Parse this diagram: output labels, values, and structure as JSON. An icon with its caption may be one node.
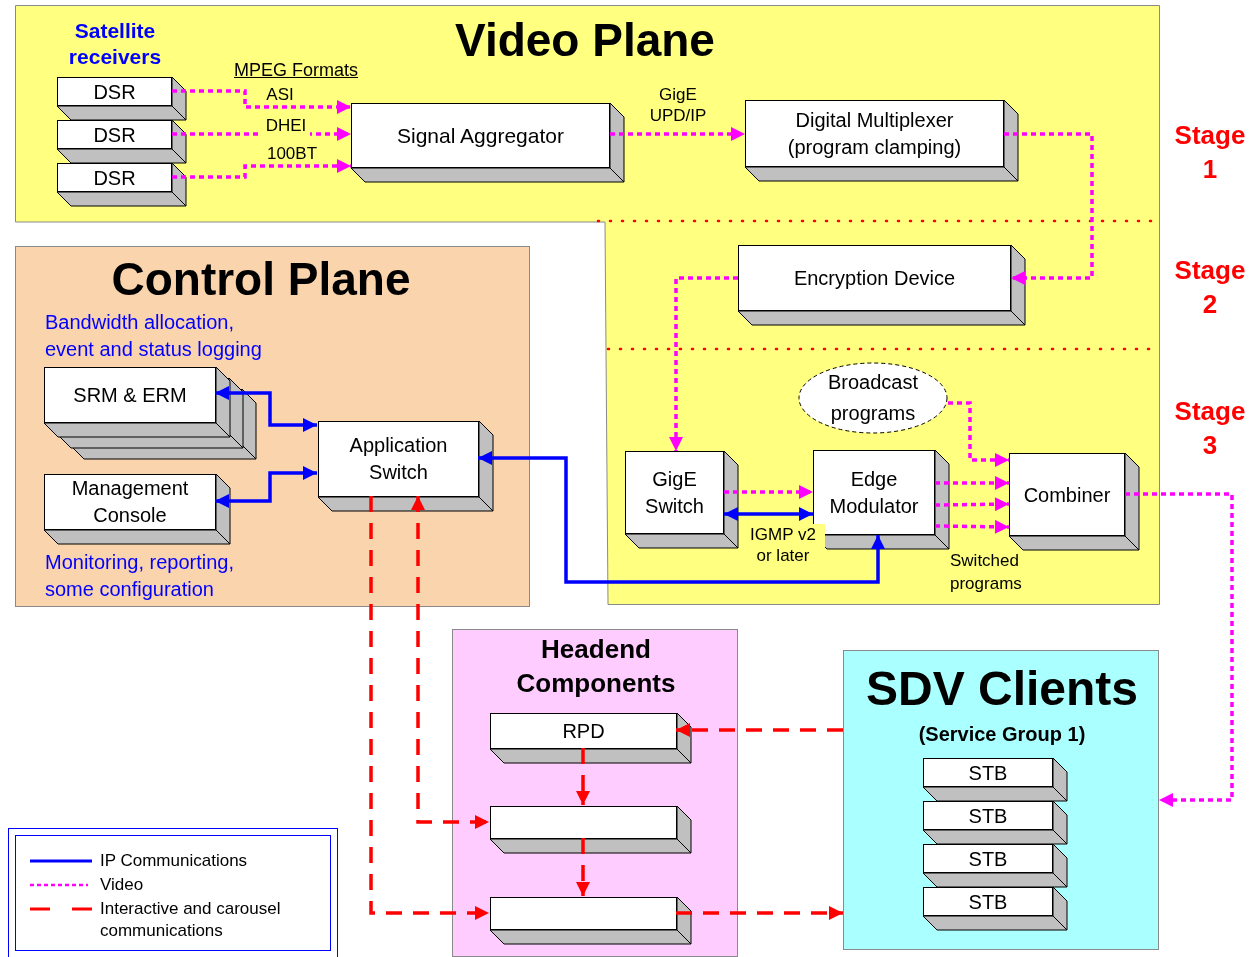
{
  "diagram": {
    "nodes": [
      {
        "text": [
          "Video Plane"
        ]
      },
      {
        "text": [
          "DSR"
        ],
        "in": 0
      },
      {
        "text": [
          "DSR"
        ],
        "in": 0
      },
      {
        "text": [
          "DSR"
        ],
        "in": 0
      },
      {
        "text": [
          "Signal Aggregator"
        ],
        "in": 0
      },
      {
        "text": [
          "Digital Multiplexer (program clamping)"
        ],
        "in": 0
      },
      {
        "text": [
          "Encryption Device"
        ],
        "in": 0
      },
      {
        "text": [
          "Broadcast programs"
        ],
        "in": 0
      },
      {
        "text": [
          "GigE Switch"
        ],
        "in": 0
      },
      {
        "text": [
          "Edge Modulator"
        ],
        "in": 0
      },
      {
        "text": [
          "Combiner"
        ],
        "in": 0
      },
      {
        "text": [
          "Control Plane",
          "Bandwidth allocation, event and status logging",
          "Monitoring, reporting, some configuration"
        ]
      },
      {
        "text": [
          "SRM & ERM"
        ],
        "in": 11
      },
      {
        "text": [
          "Management Console"
        ],
        "in": 11
      },
      {
        "text": [
          "Application Switch"
        ],
        "in": 11
      },
      {
        "text": [
          "Headend Components"
        ]
      },
      {
        "text": [
          "RPD"
        ],
        "in": 15
      },
      {
        "text": [],
        "shape": "box",
        "in": 15
      },
      {
        "text": [],
        "shape": "box",
        "in": 15
      },
      {
        "text": [
          "SDV Clients",
          "(Service Group 1)"
        ]
      },
      {
        "text": [
          "STB"
        ],
        "in": 19
      },
      {
        "text": [
          "STB"
        ],
        "in": 19
      },
      {
        "text": [
          "STB"
        ],
        "in": 19
      },
      {
        "text": [
          "STB"
        ],
        "in": 19
      }
    ],
    "edges": [
      {
        "from": 1,
        "to": 4,
        "arrow": "to",
        "label": "ASI",
        "style": "dashed"
      },
      {
        "from": 2,
        "to": 4,
        "arrow": "to",
        "label": "DHEI",
        "style": "dashed"
      },
      {
        "from": 3,
        "to": 4,
        "arrow": "to",
        "label": "100BT",
        "style": "dashed"
      },
      {
        "from": 4,
        "to": 5,
        "arrow": "to",
        "label": "GigE UPD/IP",
        "style": "dashed"
      },
      {
        "from": 5,
        "to": 6,
        "arrow": "to",
        "style": "dashed"
      },
      {
        "from": 6,
        "to": 8,
        "arrow": "to",
        "style": "dashed"
      },
      {
        "from": 8,
        "to": 9,
        "arrow": "to",
        "style": "dashed"
      },
      {
        "from": 8,
        "to": 9,
        "arrow": "both",
        "label": "IGMP v2 or later",
        "color": "#0000ff"
      },
      {
        "from": 7,
        "to": 10,
        "arrow": "to",
        "style": "dashed"
      },
      {
        "from": 9,
        "to": 10,
        "arrow": "to",
        "style": "dashed"
      },
      {
        "from": 9,
        "to": 10,
        "arrow": "to",
        "style": "dashed"
      },
      {
        "from": 9,
        "to": 10,
        "arrow": "to",
        "style": "dashed"
      },
      {
        "from": 10,
        "to": 19,
        "arrow": "to",
        "style": "dashed"
      },
      {
        "from": 12,
        "to": 14,
        "arrow": "both",
        "color": "#0000ff"
      },
      {
        "from": 13,
        "to": 14,
        "arrow": "both",
        "color": "#0000ff"
      },
      {
        "from": 14,
        "to": 9,
        "arrow": "both",
        "color": "#0000ff"
      },
      {
        "from": 14,
        "to": 17,
        "arrow": "both",
        "style": "dashed",
        "color": "#ff0000"
      },
      {
        "from": 14,
        "to": 18,
        "arrow": "to",
        "style": "dashed",
        "color": "#ff0000"
      },
      {
        "from": 16,
        "to": 17,
        "arrow": "to",
        "style": "dashed",
        "color": "#ff0000"
      },
      {
        "from": 17,
        "to": 18,
        "arrow": "to",
        "style": "dashed",
        "color": "#ff0000"
      },
      {
        "from": 19,
        "to": 16,
        "arrow": "to",
        "style": "dashed",
        "color": "#ff0000"
      },
      {
        "from": 18,
        "to": 19,
        "arrow": "to",
        "style": "dashed",
        "color": "#ff0000"
      }
    ],
    "labels": [
      "Satellite receivers",
      "MPEG Formats",
      "Stage 1",
      "Stage 2",
      "Stage 3",
      "Switched programs"
    ],
    "legend": [
      {
        "text": "IP Communications"
      },
      {
        "text": "Video"
      },
      {
        "text": "Interactive and carousel communications"
      }
    ]
  }
}
